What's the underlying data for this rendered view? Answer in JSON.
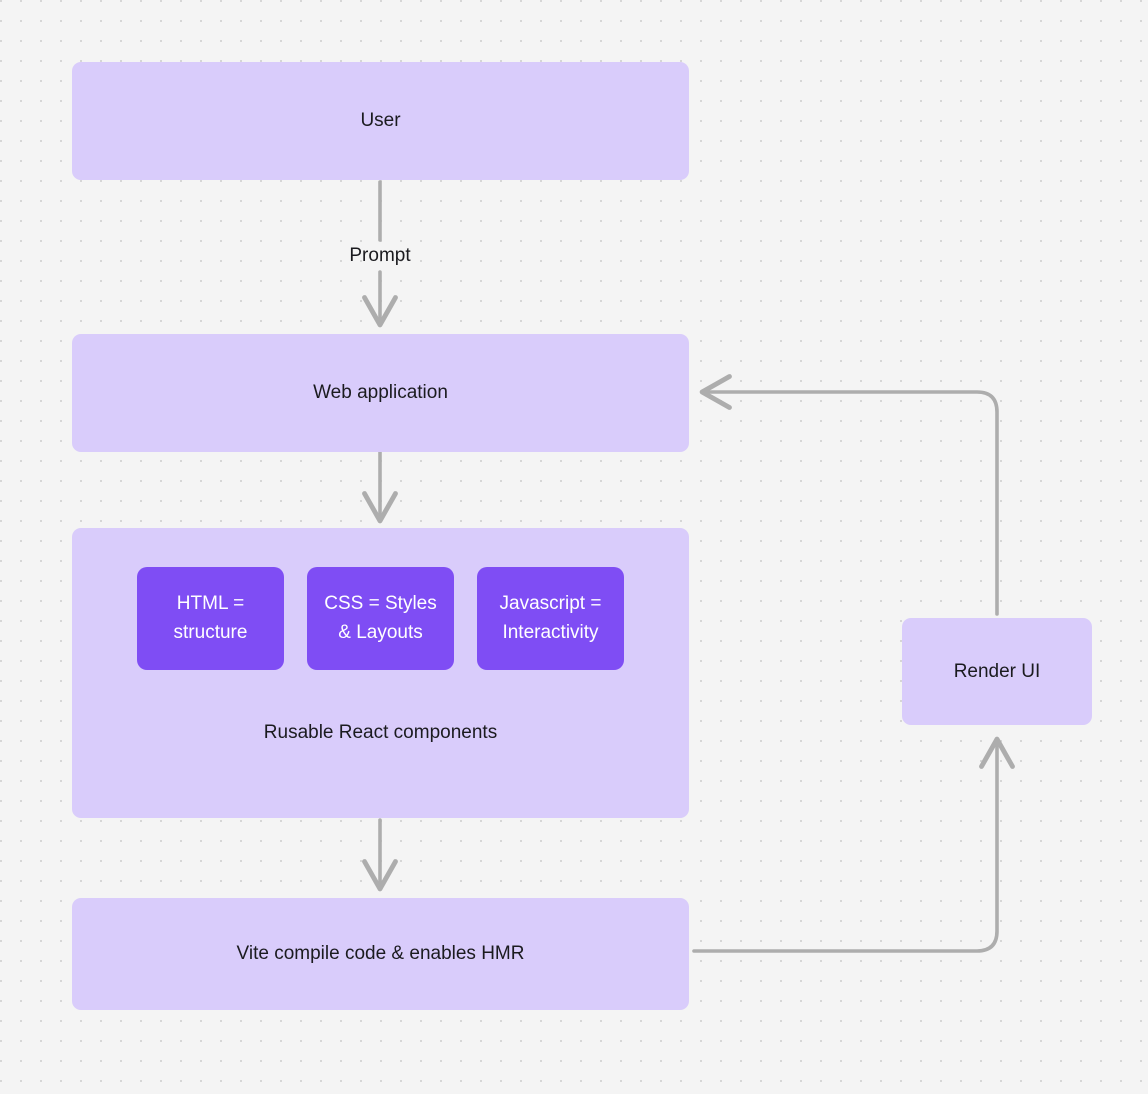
{
  "diagram": {
    "background_color": "#f4f4f4",
    "node_fill": "#d9ccfb",
    "chip_fill": "#7f4df4",
    "edge_color": "#adadad",
    "text_color": "#1b1b1f",
    "chip_text_color": "#ffffff"
  },
  "nodes": {
    "user": {
      "label": "User"
    },
    "web_application": {
      "label": "Web application"
    },
    "components_group": {
      "caption": "Rusable React components"
    },
    "html_chip": {
      "label": "HTML =\nstructure"
    },
    "css_chip": {
      "label": "CSS = Styles\n& Layouts"
    },
    "js_chip": {
      "label": "Javascript =\nInteractivity"
    },
    "vite": {
      "label": "Vite compile code & enables HMR"
    },
    "render_ui": {
      "label": "Render UI"
    }
  },
  "edges": {
    "user_to_web": {
      "label": "Prompt"
    },
    "web_to_components": {
      "label": ""
    },
    "components_to_vite": {
      "label": ""
    },
    "vite_to_render": {
      "label": ""
    },
    "render_to_web": {
      "label": ""
    }
  }
}
